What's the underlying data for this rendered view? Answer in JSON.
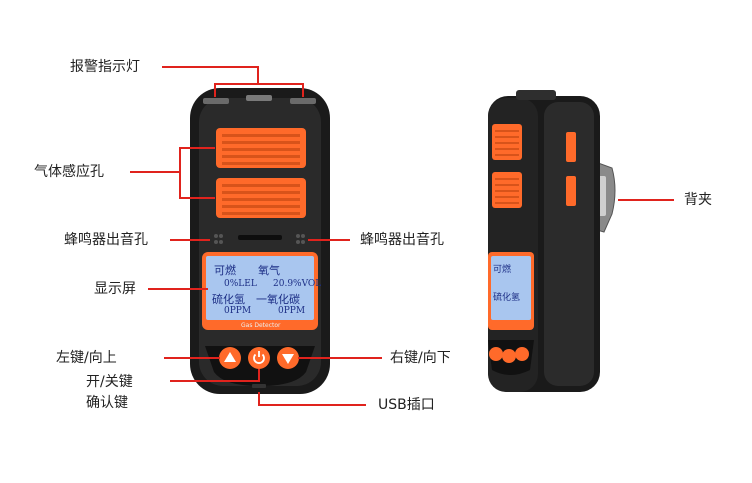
{
  "callouts": {
    "alarm_light": "报警指示灯",
    "gas_sensor_holes": "气体感应孔",
    "buzzer_left": "蜂鸣器出音孔",
    "buzzer_right": "蜂鸣器出音孔",
    "display": "显示屏",
    "left_key": "左键/向上",
    "right_key": "右键/向下",
    "power_key_line1": "开/关键",
    "power_key_line2": "确认键",
    "usb_port": "USB插口",
    "back_clip": "背夹"
  },
  "screen": {
    "label_flammable": "可燃",
    "label_oxygen": "氧气",
    "value_lel": "0%LEL",
    "value_vol": "20.9%VOL",
    "label_h2s": "硫化氢",
    "label_co": "一氧化碳",
    "value_h2s": "0PPM",
    "value_co": "0PPM"
  },
  "device": {
    "brand_label": "Gas Detector"
  },
  "colors": {
    "accent_orange": "#ff6a2a",
    "callout_line": "#e0231d",
    "body_black": "#1b1b1b",
    "lcd_blue": "#a9c6ef"
  }
}
